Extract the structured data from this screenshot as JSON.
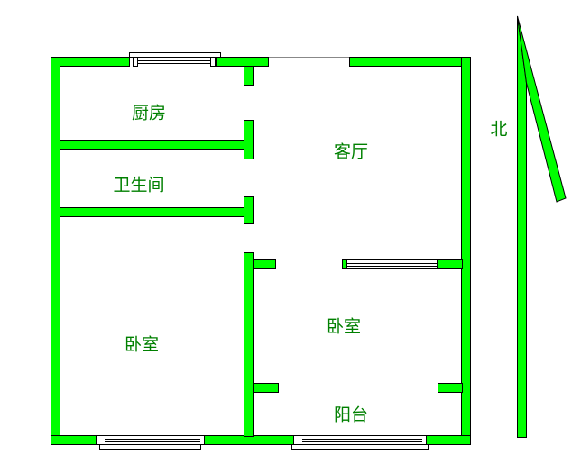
{
  "rooms": {
    "kitchen": "厨房",
    "bathroom": "卫生间",
    "living_room": "客厅",
    "bedroom_left": "卧室",
    "bedroom_right": "卧室",
    "balcony": "阳台"
  },
  "compass": {
    "north_label": "北"
  },
  "colors": {
    "wall": "#00ff00",
    "label": "#008000"
  }
}
